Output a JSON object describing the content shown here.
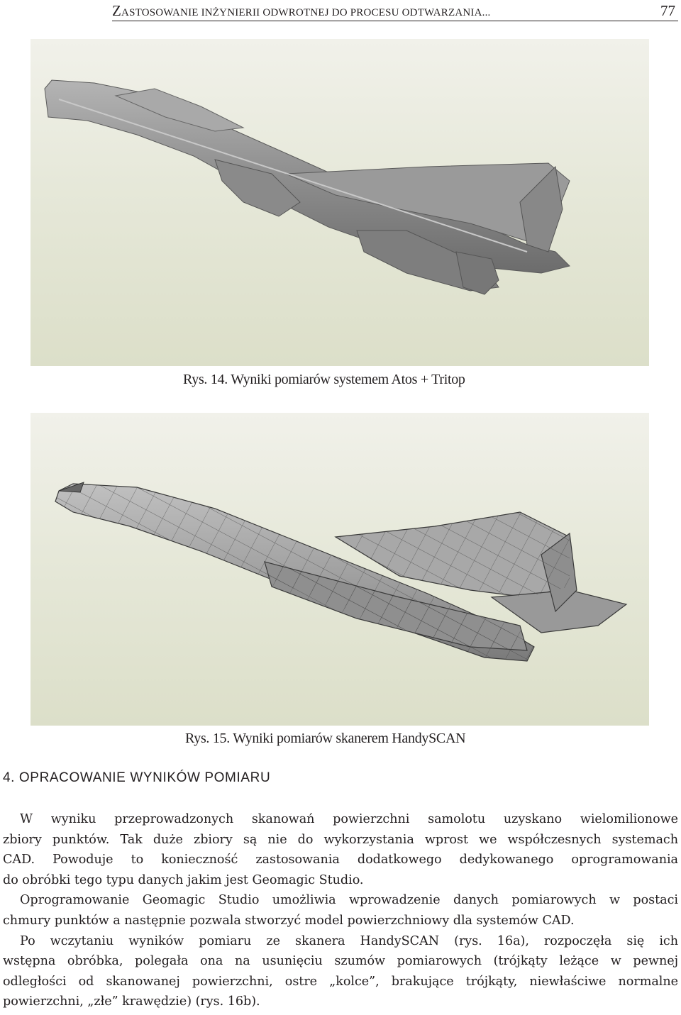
{
  "header": {
    "title_first": "Z",
    "title_rest": "ASTOSOWANIE INŻYNIERII ODWROTNEJ DO PROCESU ODTWARZANIA...",
    "page_number": "77"
  },
  "figures": [
    {
      "caption": "Rys. 14. Wyniki pomiarów systemem Atos + Tritop"
    },
    {
      "caption": "Rys. 15. Wyniki pomiarów skanerem HandySCAN"
    }
  ],
  "section": {
    "heading": "4. OPRACOWANIE WYNIKÓW POMIARU"
  },
  "body": {
    "lines": [
      "W wyniku przeprowadzonych skanowań powierzchni samolotu uzyskano wielomilionowe",
      "zbiory punktów. Tak duże zbiory są nie do wykorzystania wprost we współczesnych systemach",
      "CAD. Powoduje to konieczność zastosowania dodatkowego dedykowanego oprogramowania",
      "do obróbki tego typu danych jakim jest Geomagic Studio.",
      "Oprogramowanie Geomagic Studio umożliwia wprowadzenie danych pomiarowych w postaci",
      "chmury punktów a następnie pozwala stworzyć model powierzchniowy dla systemów CAD.",
      "Po wczytaniu wyników pomiaru ze skanera HandySCAN (rys. 16a), rozpoczęła się ich",
      "wstępna obróbka, polegała ona na usunięciu szumów pomiarowych (trójkąty leżące w pewnej",
      "odległości od skanowanej powierzchni, ostre „kolce”, brakujące trójkąty, niewłaściwe normalne",
      "powierzchni, „złe” krawędzie) (rys. 16b)."
    ]
  }
}
